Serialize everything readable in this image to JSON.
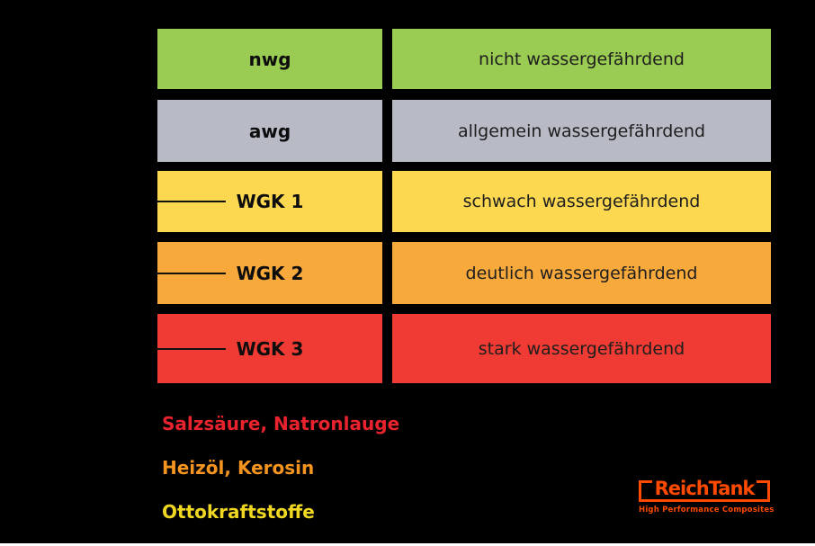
{
  "canvas": {
    "background": "#000000"
  },
  "classification_table": {
    "rows": [
      {
        "code": "nwg",
        "description": "nicht wassergefährdend",
        "color": "#9acb52"
      },
      {
        "code": "awg",
        "description": "allgemein wassergefährdend",
        "color": "#b8bbc6"
      },
      {
        "code": "WGK 1",
        "description": "schwach wassergefährdend",
        "color": "#fcd851"
      },
      {
        "code": "WGK 2",
        "description": "deutlich wassergefährdend",
        "color": "#f7a93c"
      },
      {
        "code": "WGK 3",
        "description": "stark wassergefährdend",
        "color": "#ef3b33"
      }
    ]
  },
  "example_substances": {
    "items": [
      {
        "label": "Salzsäure, Natronlauge",
        "color": "#e8232e"
      },
      {
        "label": "Heizöl, Kerosin",
        "color": "#f5941f"
      },
      {
        "label": "Ottokraftstoffe",
        "color": "#f0d722"
      }
    ]
  },
  "logo": {
    "brand": "ReichTank",
    "tagline": "High Performance Composites",
    "color": "#ff4a00"
  }
}
